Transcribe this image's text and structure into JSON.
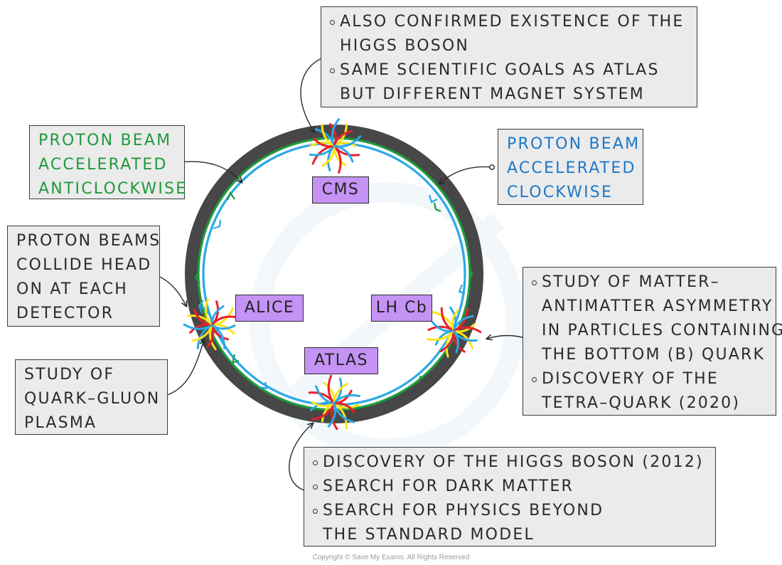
{
  "labels": {
    "cms_box": {
      "lines": [
        {
          "bullet": true,
          "text": "ALSO CONFIRMED EXISTENCE OF THE"
        },
        {
          "bullet": false,
          "text": "HIGGS BOSON"
        },
        {
          "bullet": true,
          "text": "SAME SCIENTIFIC GOALS AS ATLAS"
        },
        {
          "bullet": false,
          "text": "BUT DIFFERENT MAGNET SYSTEM"
        }
      ]
    },
    "anticlockwise_box": {
      "lines": [
        "PROTON BEAM",
        "ACCELERATED",
        "ANTICLOCKWISE"
      ]
    },
    "clockwise_box": {
      "lines": [
        "PROTON BEAM",
        "ACCELERATED",
        "CLOCKWISE"
      ]
    },
    "collide_box": {
      "lines": [
        "PROTON BEAMS",
        "COLLIDE HEAD",
        "ON AT EACH",
        "DETECTOR"
      ]
    },
    "quark_gluon_box": {
      "lines": [
        "STUDY OF",
        "QUARK–GLUON",
        "PLASMA"
      ]
    },
    "lhcb_box": {
      "lines": [
        {
          "bullet": true,
          "text": "STUDY OF MATTER–"
        },
        {
          "bullet": false,
          "text": "ANTIMATTER ASYMMETRY"
        },
        {
          "bullet": false,
          "text": "IN PARTICLES CONTAINING"
        },
        {
          "bullet": false,
          "text": "THE BOTTOM (b) QUARK"
        },
        {
          "bullet": true,
          "text": "DISCOVERY OF THE"
        },
        {
          "bullet": false,
          "text": "TETRA–QUARK (2020)"
        }
      ]
    },
    "atlas_box": {
      "lines": [
        {
          "bullet": true,
          "text": "DISCOVERY OF THE HIGGS BOSON (2012)"
        },
        {
          "bullet": true,
          "text": "SEARCH FOR DARK MATTER"
        },
        {
          "bullet": true,
          "text": "SEARCH FOR PHYSICS BEYOND"
        },
        {
          "bullet": false,
          "text": "THE STANDARD MODEL"
        }
      ]
    }
  },
  "detectors": {
    "cms": "CMS",
    "alice": "ALICE",
    "lhcb": "LH Cb",
    "atlas": "ATLAS"
  },
  "colors": {
    "ring": "#474747",
    "green_beam": "#1e9a3c",
    "blue_beam": "#2ba8e6",
    "detector_fill": "#c493f5",
    "box_fill": "#ebebeb",
    "burst": [
      "#ffe21a",
      "#e8202a",
      "#2ba8e6"
    ]
  },
  "copyright": "Copyright © Save My Exams. All Rights Reserved"
}
